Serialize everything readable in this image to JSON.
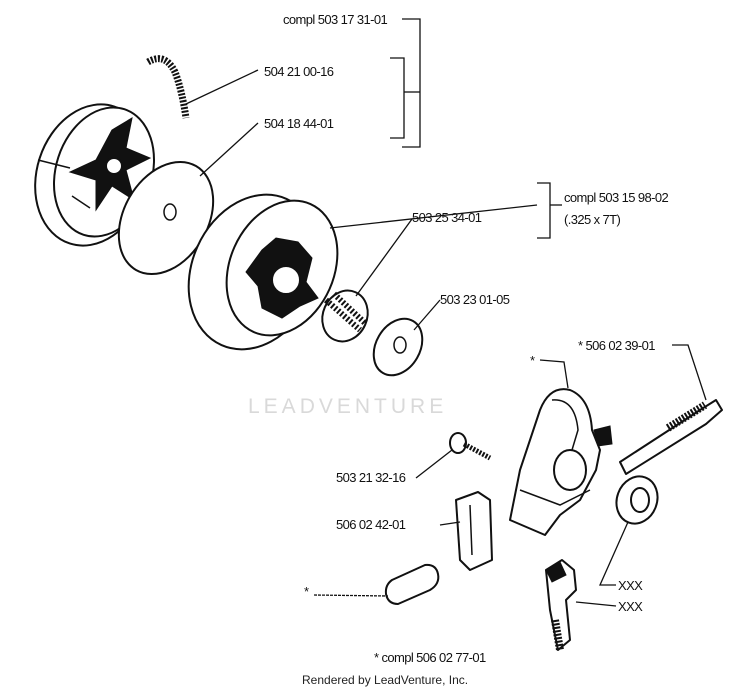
{
  "labels": {
    "clutch_kit": "compl 503 17 31-01",
    "spring": "504 21 00-16",
    "washer_plate": "504 18 44-01",
    "drum_kit": "compl 503 15 98-02",
    "drum_spec": "(.325 x 7T)",
    "needle_bearing": "503 25 34-01",
    "washer": "503 23 01-05",
    "oil_pump_part": "* 506 02 39-01",
    "pump_body_marker": "*",
    "screw": "503 21 32-16",
    "bracket": "506 02 42-01",
    "pin_marker": "*",
    "gear_code": "XXX",
    "shaft_code": "XXX",
    "oil_pump_kit": "* compl 506 02 77-01"
  },
  "watermark": "LEADVENTURE",
  "footer": "Rendered by LeadVenture, Inc."
}
